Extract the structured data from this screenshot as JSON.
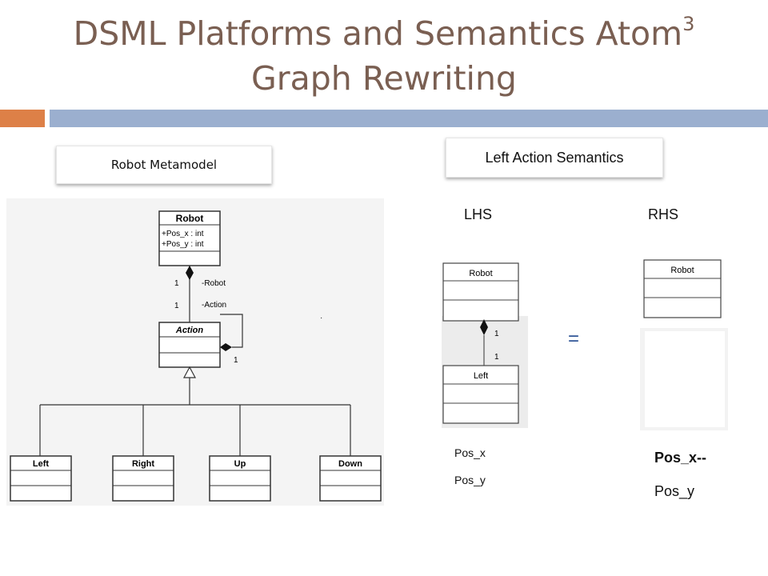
{
  "title": {
    "line1": "DSML Platforms and Semantics Atom",
    "sup": "3",
    "line2": "Graph Rewriting"
  },
  "callouts": {
    "robot_metamodel": "Robot Metamodel",
    "left_action_semantics": "Left Action Semantics"
  },
  "metamodel": {
    "robot": {
      "name": "Robot",
      "attrs": [
        "+Pos_x : int",
        "+Pos_y : int"
      ]
    },
    "action": {
      "name": "Action"
    },
    "labels": {
      "mult_robot": "1",
      "mult_action": "1",
      "role_robot": "-Robot",
      "role_action": "-Action",
      "mult_self": "1"
    },
    "subclasses": [
      "Left",
      "Right",
      "Up",
      "Down"
    ]
  },
  "rule": {
    "lhs_label": "LHS",
    "rhs_label": "RHS",
    "lhs": {
      "robot": "Robot",
      "left": "Left",
      "mult_top": "1",
      "mult_bottom": "1",
      "attrs": [
        "Pos_x",
        "Pos_y"
      ]
    },
    "equals": "=",
    "rhs": {
      "robot": "Robot",
      "attrs": [
        "Pos_x--",
        "Pos_y"
      ]
    }
  }
}
